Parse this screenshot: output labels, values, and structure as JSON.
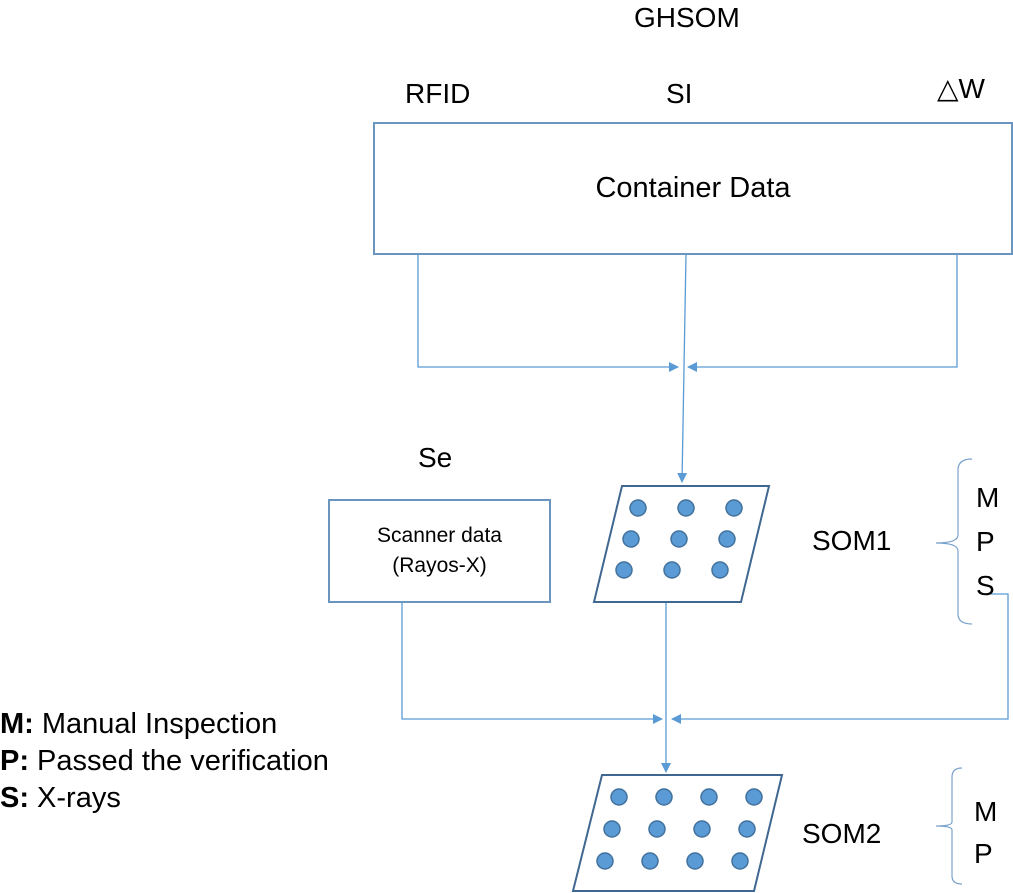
{
  "title": "GHSOM",
  "inputs": {
    "rfid": "RFID",
    "si": "SI",
    "dw": "△W"
  },
  "container_box": {
    "label": "Container Data"
  },
  "scanner": {
    "header": "Se",
    "line1": "Scanner data",
    "line2": "(Rayos-X)"
  },
  "som1": {
    "label": "SOM1",
    "grid_rows": 3,
    "grid_cols": 3,
    "outputs": [
      "M",
      "P",
      "S"
    ]
  },
  "som2": {
    "label": "SOM2",
    "grid_rows": 3,
    "grid_cols": 4,
    "outputs": [
      "M",
      "P"
    ]
  },
  "legend": [
    {
      "key": "M:",
      "text": " Manual Inspection"
    },
    {
      "key": "P:",
      "text": " Passed the verification"
    },
    {
      "key": "S:",
      "text": " X-rays"
    }
  ],
  "colors": {
    "line": "#5b9bd5",
    "box_border": "#6a95bf",
    "node_fill": "#5b9bd5",
    "node_stroke": "#41719c",
    "shape_stroke": "#3f6790"
  }
}
